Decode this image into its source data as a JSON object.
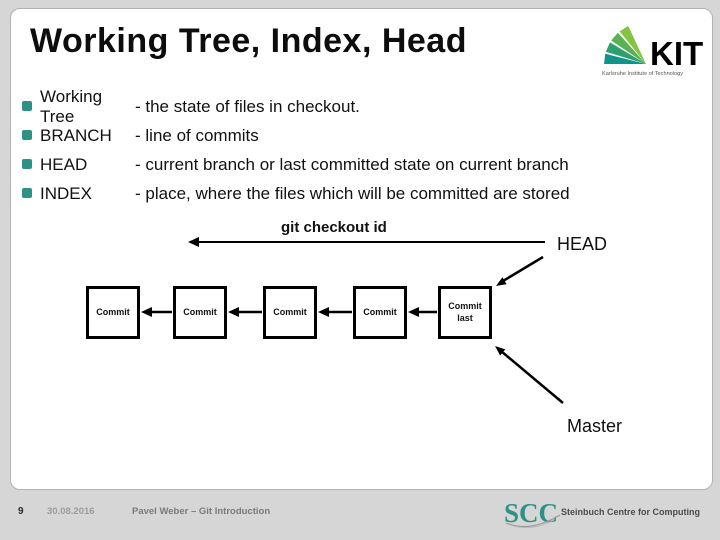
{
  "slide": {
    "title": "Working Tree, Index, Head",
    "kit_logo": {
      "wordmark": "KIT",
      "subtitle": "Karlsruhe Institute of Technology"
    },
    "bullets": [
      {
        "term": "Working Tree",
        "definition": "- the state of files in checkout."
      },
      {
        "term": "BRANCH",
        "definition": "- line of commits"
      },
      {
        "term": "HEAD",
        "definition": "- current branch or last committed state on current branch"
      },
      {
        "term": "INDEX",
        "definition": "- place, where the files which will be committed are stored"
      }
    ],
    "diagram": {
      "arrow_label": "git checkout id",
      "head_label": "HEAD",
      "master_label": "Master",
      "commits": [
        "Commit",
        "Commit",
        "Commit",
        "Commit",
        "Commit last"
      ]
    },
    "footer": {
      "page_number": "9",
      "date": "30.08.2016",
      "author": "Pavel Weber – Git Introduction",
      "scc_wordmark": "SCC",
      "scc_subtitle": "Steinbuch Centre for Computing"
    },
    "colors": {
      "accent_teal": "#2E9187",
      "background": "#D6D6D6"
    }
  }
}
